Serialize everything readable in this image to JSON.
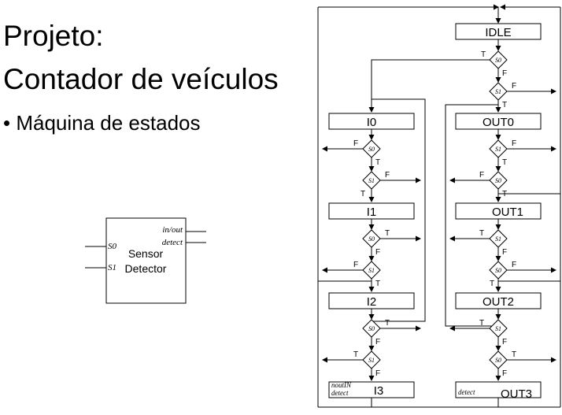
{
  "slide": {
    "title_line1": "Projeto:",
    "title_line2": "Contador de veículos",
    "bullet_text": "Máquina de estados"
  },
  "sensor_block": {
    "name_line1": "Sensor",
    "name_line2": "Detector",
    "input_s0": "S0",
    "input_s1": "S1",
    "output_inout": "in/out",
    "output_detect": "detect"
  },
  "fsm": {
    "states": {
      "idle": "IDLE",
      "i0": "I0",
      "i1": "I1",
      "i2": "I2",
      "i3": "I3",
      "out0": "OUT0",
      "out1": "OUT1",
      "out2": "OUT2",
      "out3": "OUT3"
    },
    "decision_s0": "S0",
    "decision_s1": "S1",
    "branch_true": "T",
    "branch_false": "F",
    "i3_output_line1": "noutIN",
    "i3_output_line2": "detect",
    "out3_output": "detect"
  }
}
